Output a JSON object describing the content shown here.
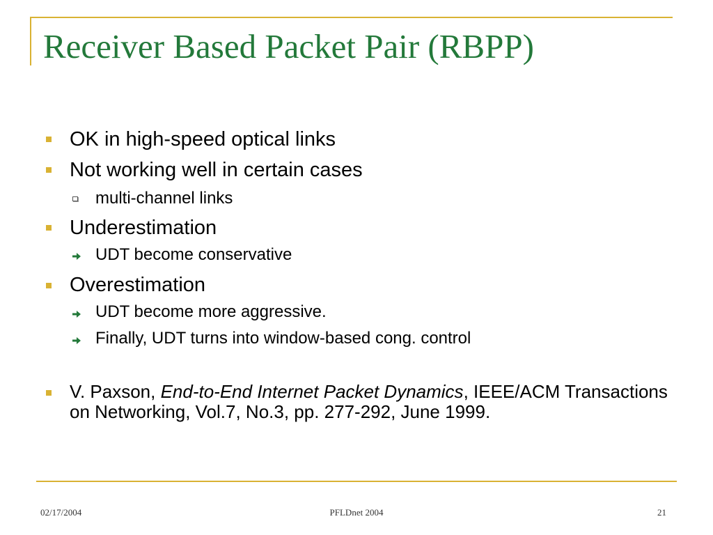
{
  "slide": {
    "title": "Receiver Based Packet Pair (RBPP)",
    "bullets": [
      {
        "text": "OK in high-speed optical links"
      },
      {
        "text": "Not working well in certain cases",
        "sub": [
          {
            "text": "multi-channel links",
            "marker": "box-bullet"
          }
        ]
      },
      {
        "text": "Underestimation",
        "sub": [
          {
            "text": "UDT become conservative",
            "marker": "arrow-bullet"
          }
        ]
      },
      {
        "text": "Overestimation",
        "sub": [
          {
            "text": "UDT become more aggressive.",
            "marker": "arrow-bullet"
          },
          {
            "text": "Finally, UDT turns into window-based cong. control",
            "marker": "arrow-bullet"
          }
        ]
      }
    ],
    "reference": {
      "prefix": "V. Paxson, ",
      "title_italic": "End-to-End Internet Packet Dynamics",
      "suffix": ", IEEE/ACM Transactions on Networking, Vol.7, No.3, pp. 277-292, June 1999."
    }
  },
  "footer": {
    "date": "02/17/2004",
    "event": "PFLDnet 2004",
    "page": "21"
  },
  "colors": {
    "title": "#23793a",
    "accent": "#d9b233"
  }
}
